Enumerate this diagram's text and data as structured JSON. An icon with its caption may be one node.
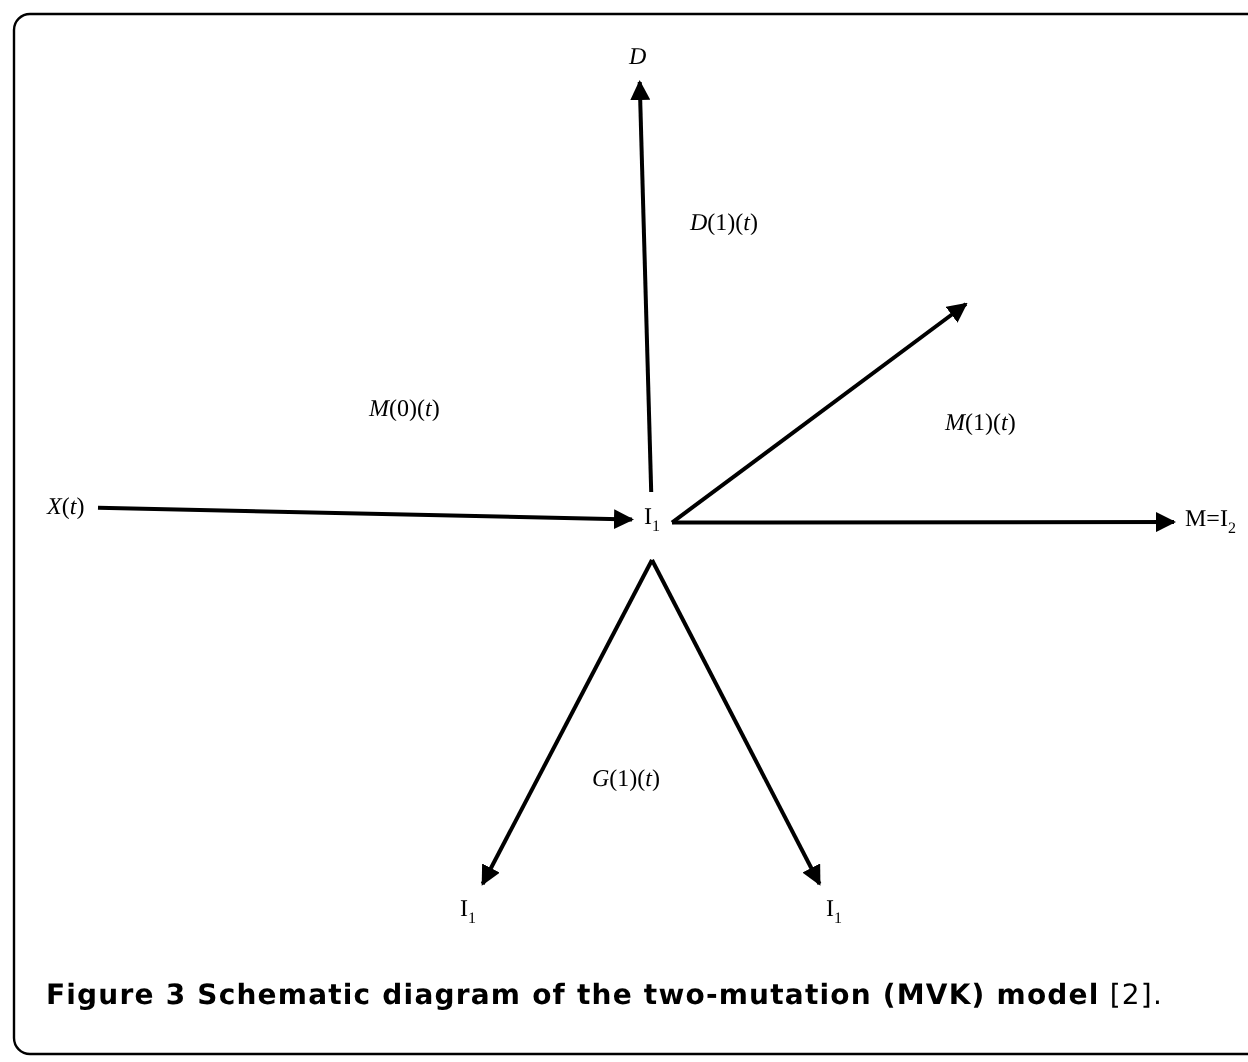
{
  "diagram": {
    "caption": "**Figure 3 Schematic diagram of the two-mutation (MVK) model** [2].",
    "nodes": [
      {
        "text": [
          "D"
        ]
      },
      {
        "text": [
          "*X*(*t*)"
        ]
      },
      {
        "text": [
          "I$_{1}$"
        ]
      },
      {
        "text": [
          "M=I$_{2}$"
        ]
      },
      {
        "text": [
          "I$_{1}$"
        ]
      },
      {
        "text": [
          "I$_{1}$"
        ]
      }
    ],
    "edges": [
      {
        "from": 1,
        "to": 2,
        "arrow": "to"
      },
      {
        "from": 2,
        "to": 0,
        "arrow": "to"
      },
      {
        "from": 2,
        "to": null,
        "arrow": "to"
      },
      {
        "from": 2,
        "to": 3,
        "arrow": "to"
      },
      {
        "from": 2,
        "to": 4,
        "arrow": "to"
      },
      {
        "from": 2,
        "to": 5,
        "arrow": "to"
      }
    ],
    "labels": [
      "*D*(1)(*t*)",
      "*M*(0)(*t*)",
      "*M*(1)(*t*)",
      "*G*(1)(*t*)"
    ]
  }
}
